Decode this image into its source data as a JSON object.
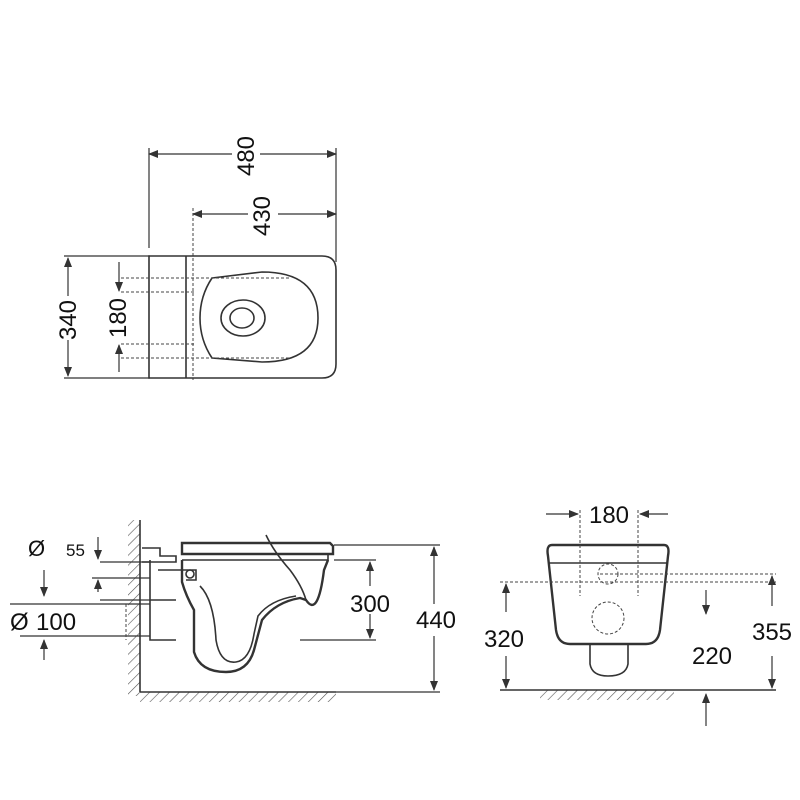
{
  "top_view": {
    "width_overall": "480",
    "width_projection": "430",
    "depth_overall": "340",
    "depth_mount": "180"
  },
  "side_view": {
    "diameter_symbol_1": "Ø",
    "inlet_diameter": "55",
    "diameter_symbol_2": "Ø",
    "outlet_diameter": "100",
    "bowl_height": "300",
    "total_height": "440"
  },
  "front_view": {
    "bolt_spacing": "180",
    "inlet_height": "320",
    "outlet_height": "220",
    "top_height": "355"
  },
  "colors": {
    "line": "#333333",
    "text": "#111111"
  }
}
